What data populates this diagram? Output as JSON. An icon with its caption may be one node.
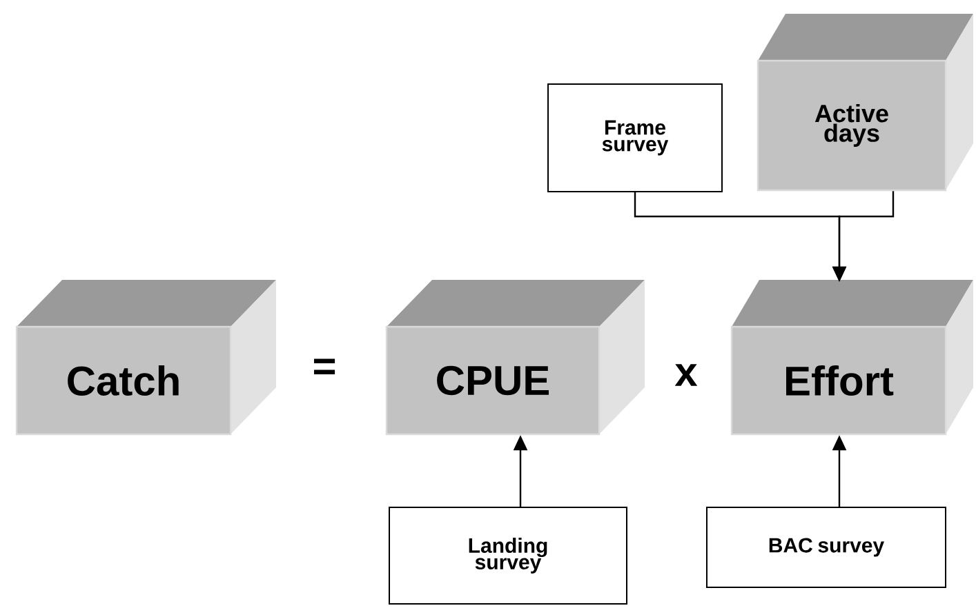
{
  "diagram": {
    "nodes": [
      {
        "text": [
          "Frame survey"
        ]
      },
      {
        "text": [
          "Active days"
        ]
      },
      {
        "text": [
          "Catch"
        ]
      },
      {
        "text": [
          "CPUE"
        ]
      },
      {
        "text": [
          "Effort"
        ]
      },
      {
        "text": [
          "Landing survey"
        ]
      },
      {
        "text": [
          "BAC survey"
        ]
      }
    ],
    "edges": [
      {
        "from": 0,
        "to": 4,
        "arrow": "to"
      },
      {
        "from": 1,
        "to": 4,
        "arrow": "to"
      },
      {
        "from": 5,
        "to": 3,
        "arrow": "to"
      },
      {
        "from": 6,
        "to": 4,
        "arrow": "to"
      }
    ],
    "labels": [
      "=",
      "x"
    ]
  }
}
